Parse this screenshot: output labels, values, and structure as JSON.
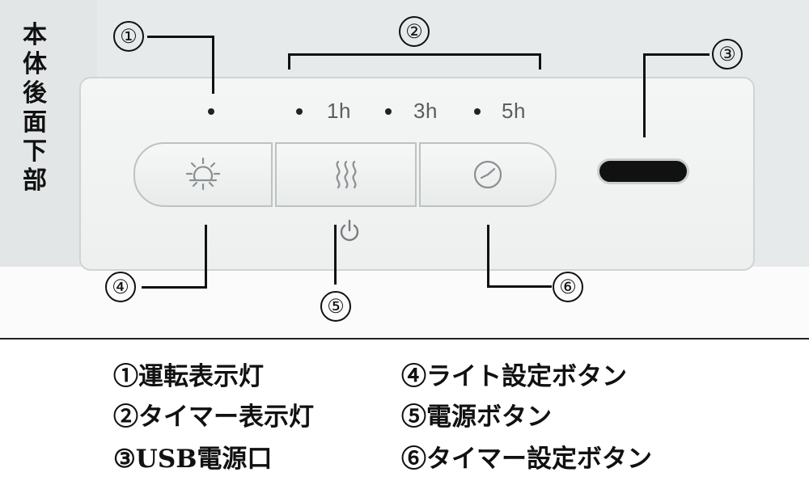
{
  "side_label": "本\n体\n後\n面\n下\n部",
  "timer_labels": [
    "1h",
    "3h",
    "5h"
  ],
  "callouts": [
    "①",
    "②",
    "③",
    "④",
    "⑤",
    "⑥"
  ],
  "buttons": [
    {
      "name": "light-setting-button",
      "icon": "sun-icon"
    },
    {
      "name": "power-button",
      "icon": "steam-icon"
    },
    {
      "name": "timer-setting-button",
      "icon": "clock-icon"
    }
  ],
  "legend": [
    {
      "num": "①",
      "text": "運転表示灯"
    },
    {
      "num": "②",
      "text": "タイマー表示灯"
    },
    {
      "num": "③",
      "text": "USB電源口"
    },
    {
      "num": "④",
      "text": "ライト設定ボタン"
    },
    {
      "num": "⑤",
      "text": "電源ボタン"
    },
    {
      "num": "⑥",
      "text": "タイマー設定ボタン"
    }
  ]
}
